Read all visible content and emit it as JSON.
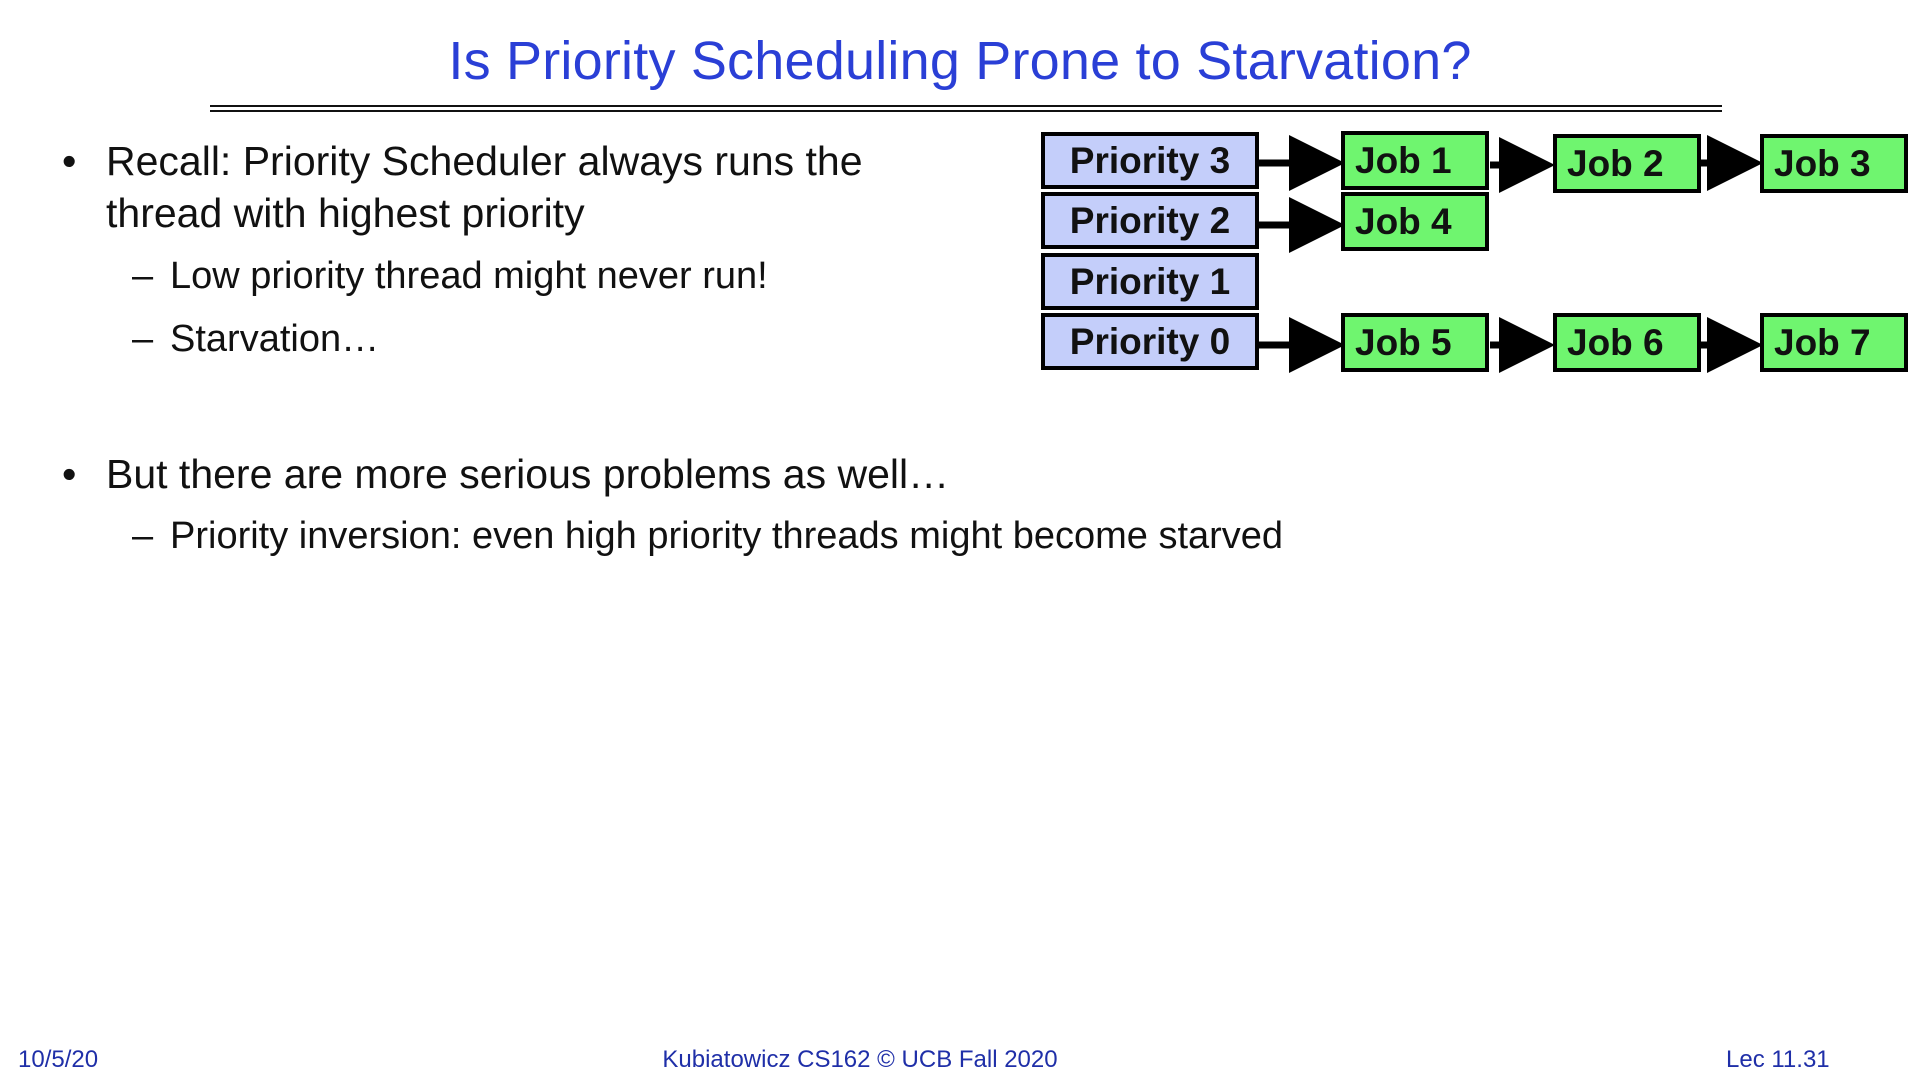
{
  "slide": {
    "title": "Is Priority Scheduling Prone to Starvation?",
    "bullets": [
      {
        "text": "Recall: Priority Scheduler always runs the thread with highest priority",
        "subs": [
          "Low priority thread might never run!",
          "Starvation…"
        ]
      },
      {
        "text": "But there are more serious problems as well…",
        "subs": [
          "Priority inversion: even high priority threads might become starved"
        ]
      }
    ],
    "bullet_glyph": "•",
    "dash_glyph": "–"
  },
  "diagram": {
    "priorities": [
      {
        "label": "Priority 3",
        "jobs": [
          "Job 1",
          "Job 2",
          "Job 3"
        ]
      },
      {
        "label": "Priority 2",
        "jobs": [
          "Job 4"
        ]
      },
      {
        "label": "Priority 1",
        "jobs": []
      },
      {
        "label": "Priority 0",
        "jobs": [
          "Job 5",
          "Job 6",
          "Job 7"
        ]
      }
    ],
    "priority_color": "#C4CEFA",
    "job_color": "#6FF56F"
  },
  "footer": {
    "date": "10/5/20",
    "course": "Kubiatowicz CS162 © UCB Fall 2020",
    "lecture": "Lec 11.31"
  },
  "colors": {
    "title": "#2A3FD6",
    "footer": "#1F2FA8"
  }
}
